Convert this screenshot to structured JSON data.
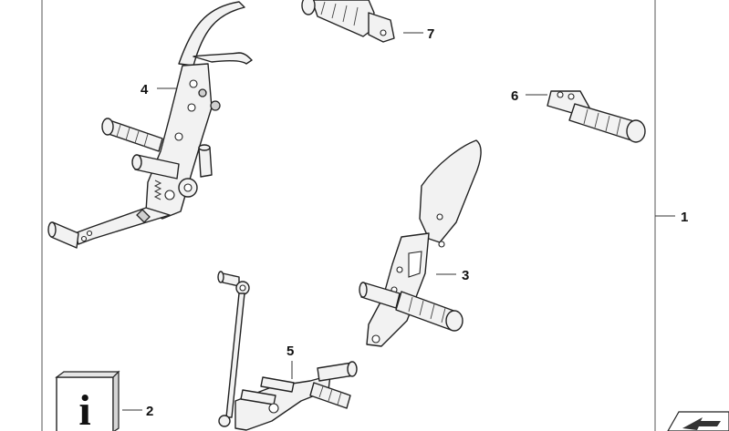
{
  "callouts": [
    {
      "id": "1",
      "label": "1"
    },
    {
      "id": "2",
      "label": "2"
    },
    {
      "id": "3",
      "label": "3"
    },
    {
      "id": "4",
      "label": "4"
    },
    {
      "id": "5",
      "label": "5"
    },
    {
      "id": "6",
      "label": "6"
    },
    {
      "id": "7",
      "label": "7"
    }
  ],
  "info_icon": {
    "glyph": "i",
    "icon": "info-icon"
  },
  "arrow_icon": {
    "icon": "arrow-icon"
  },
  "colors": {
    "line": "#222222",
    "fill": "#f2f2f2",
    "background": "#ffffff"
  }
}
